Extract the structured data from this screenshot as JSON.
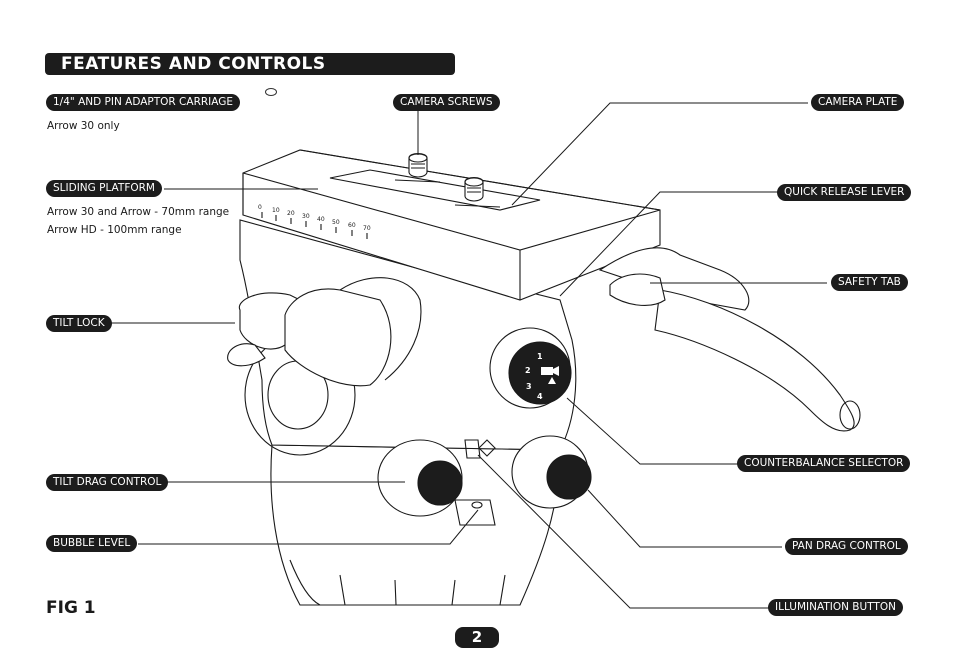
{
  "header": {
    "title": "FEATURES AND CONTROLS"
  },
  "labels": {
    "adaptor_carriage": "1/4\" AND PIN ADAPTOR CARRIAGE",
    "camera_screws": "CAMERA SCREWS",
    "camera_plate": "CAMERA PLATE",
    "sliding_platform": "SLIDING PLATFORM",
    "quick_release_lever": "QUICK RELEASE LEVER",
    "safety_tab": "SAFETY TAB",
    "tilt_lock": "TILT LOCK",
    "counterbalance_selector": "COUNTERBALANCE SELECTOR",
    "tilt_drag_control": "TILT DRAG CONTROL",
    "pan_drag_control": "PAN DRAG CONTROL",
    "bubble_level": "BUBBLE LEVEL",
    "illumination_button": "ILLUMINATION BUTTON"
  },
  "notes": {
    "adaptor_note": "Arrow 30 only",
    "sliding_note_1": "Arrow 30 and Arrow - 70mm range",
    "sliding_note_2": "Arrow HD - 100mm range"
  },
  "scale_ticks": [
    "0",
    "10",
    "20",
    "30",
    "40",
    "50",
    "60",
    "70"
  ],
  "selector_numbers": [
    "1",
    "2",
    "3",
    "4"
  ],
  "figure_label": "FIG 1",
  "page_number": "2"
}
